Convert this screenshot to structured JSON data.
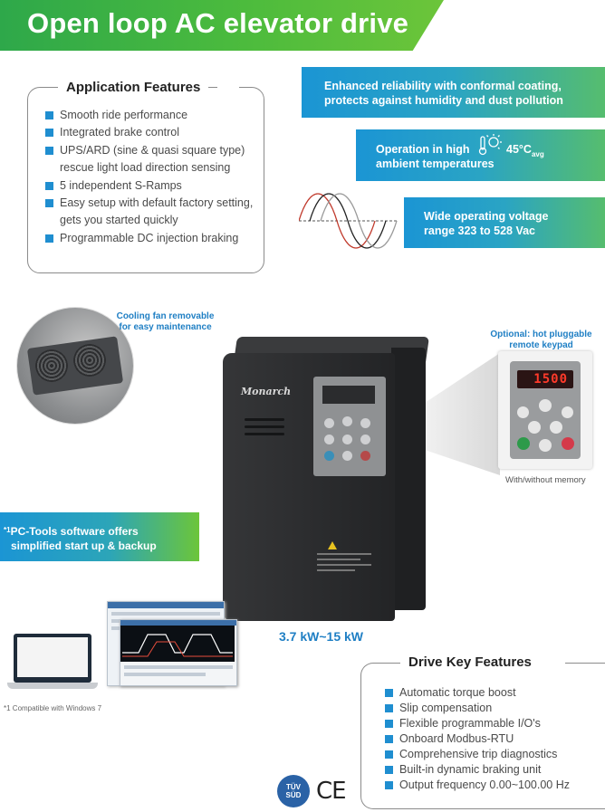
{
  "title": "Open loop AC elevator drive",
  "application_features": {
    "heading": "Application Features",
    "items": [
      "Smooth ride performance",
      "Integrated brake control",
      "UPS/ARD (sine & quasi square type)",
      "rescue light load direction sensing",
      "5 independent S-Ramps",
      "Easy setup with default factory setting,",
      "gets you started quickly",
      "Programmable DC injection braking"
    ]
  },
  "banners": {
    "coating_line1": "Enhanced reliability with conformal coating,",
    "coating_line2": "protects against humidity and dust pollution",
    "temp_line1": "Operation in high",
    "temp_line2": "ambient temperatures",
    "temp_value": "45°C",
    "temp_sub": "avg",
    "voltage_line1": "Wide operating voltage",
    "voltage_line2": "range 323 to 528 Vac"
  },
  "cooling_fan_note_line1": "Cooling fan removable",
  "cooling_fan_note_line2": "for easy maintenance",
  "keypad_note_line1": "Optional: hot pluggable",
  "keypad_note_line2": "remote keypad",
  "keypad_display": "1500",
  "keypad_caption": "With/without memory",
  "drive_brand": "Monarch",
  "power_range": "3.7 kW~15 kW",
  "pc_tools": {
    "marker": "*1",
    "line1": "PC-Tools software offers",
    "line2": "simplified start up & backup"
  },
  "footnote": "*1 Compatible with Windows 7",
  "drive_key_features": {
    "heading": "Drive Key Features",
    "items": [
      "Automatic torque boost",
      "Slip compensation",
      "Flexible programmable I/O's",
      "Onboard Modbus-RTU",
      "Comprehensive trip diagnostics",
      "Built-in dynamic braking unit",
      "Output frequency 0.00~100.00 Hz"
    ]
  },
  "certifications": {
    "tuv_line1": "TÜV",
    "tuv_line2": "SÜD",
    "ce": "CE"
  },
  "colors": {
    "green": "#4cbb3d",
    "blue": "#1f8ed0",
    "drive_body": "#2e2f31"
  }
}
